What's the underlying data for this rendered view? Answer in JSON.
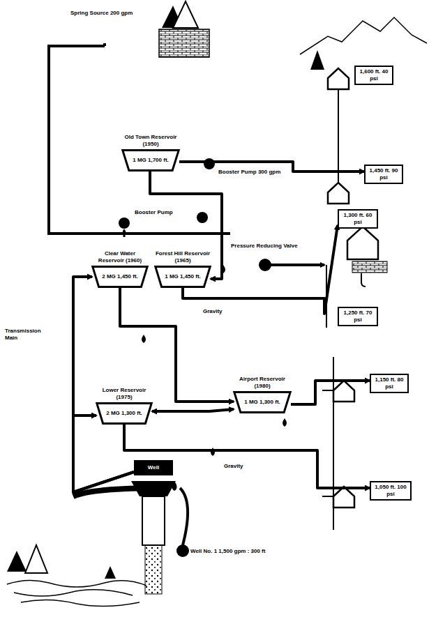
{
  "diagram": {
    "nodes": [
      {
        "text": [
          "Old Town Reservoir (1950)",
          "1 MG 1,700 ft."
        ]
      },
      {
        "text": [
          "Clear Water Reservoir (1960)",
          "2 MG 1,450 ft."
        ]
      },
      {
        "text": [
          "Forest Hill Reservoir (1965)",
          "1 MG 1,450 ft."
        ]
      },
      {
        "text": [
          "Lower Reservoir (1975)",
          "2 MG 1,300 ft."
        ]
      },
      {
        "text": [
          "Airport Reservoir (1980)",
          "1 MG 1,300 ft."
        ]
      },
      {
        "text": [
          "Well"
        ]
      },
      {
        "text": [
          "1,600 ft. 40 psi"
        ]
      },
      {
        "text": [
          "1,450 ft. 90 psi"
        ]
      },
      {
        "text": [
          "1,300 ft. 60 psi"
        ]
      },
      {
        "text": [
          "1,250 ft. 70 psi"
        ]
      },
      {
        "text": [
          "1,150 ft. 80 psi"
        ]
      },
      {
        "text": [
          "1,050 ft. 100 psi"
        ]
      }
    ],
    "edges": [
      {
        "from": 5,
        "to": 1,
        "arrow": "to"
      },
      {
        "from": 5,
        "to": 3,
        "arrow": "to"
      },
      {
        "from": 0,
        "to": 2,
        "arrow": "to"
      },
      {
        "from": 0,
        "to": 7,
        "arrow": "to"
      },
      {
        "from": 2,
        "to": 8,
        "arrow": "to"
      },
      {
        "from": 1,
        "to": 4,
        "arrow": "to"
      },
      {
        "from": 3,
        "to": 4,
        "arrow": "both"
      },
      {
        "from": 4,
        "to": 10,
        "arrow": "to"
      },
      {
        "from": 3,
        "to": 11,
        "arrow": "to"
      }
    ],
    "labels": [
      "Spring Source 200 gpm",
      "Booster Pump 300 gpm",
      "Pressure Reducing Valve",
      "Gravity",
      "Well No. 1 1,500 gpm : 300 ft",
      "Transmission Main",
      "Booster Pump",
      "Gravity"
    ]
  }
}
